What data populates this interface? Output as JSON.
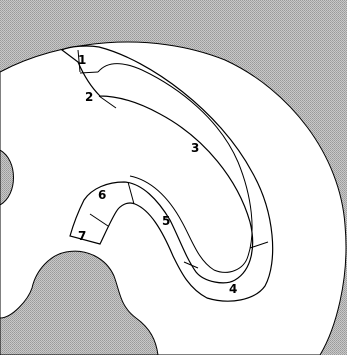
{
  "colors": {
    "background": "#ffffff",
    "shaded": "#b4b4b4",
    "outline": "#000000"
  },
  "segments": [
    {
      "id": "1",
      "label": "1"
    },
    {
      "id": "2",
      "label": "2"
    },
    {
      "id": "3",
      "label": "3"
    },
    {
      "id": "4",
      "label": "4"
    },
    {
      "id": "5",
      "label": "5"
    },
    {
      "id": "6",
      "label": "6"
    },
    {
      "id": "7",
      "label": "7"
    }
  ]
}
